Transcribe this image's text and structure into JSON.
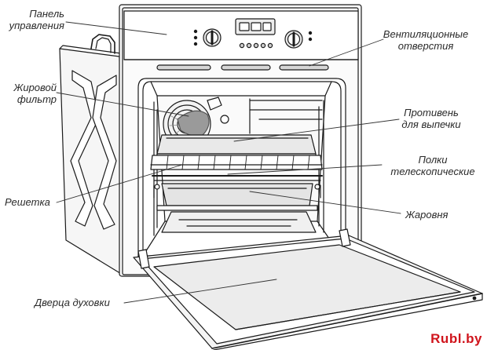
{
  "labels": {
    "control_panel": [
      "Панель",
      "управления"
    ],
    "vents": [
      "Вентиляционные",
      "отверстия"
    ],
    "grease_filter": [
      "Жировой",
      "фильтр"
    ],
    "baking_tray": [
      "Противень",
      "для выпечки"
    ],
    "telescopic_shelves": [
      "Полки",
      "телескопические"
    ],
    "rack": "Решетка",
    "roasting_pan": "Жаровня",
    "oven_door": "Дверца духовки"
  },
  "brand": "Rubl.by",
  "colors": {
    "line": "#1a1a1a",
    "brand": "#d0141c",
    "fill_light": "#ededed",
    "fill_mid": "#d8d8d8"
  }
}
